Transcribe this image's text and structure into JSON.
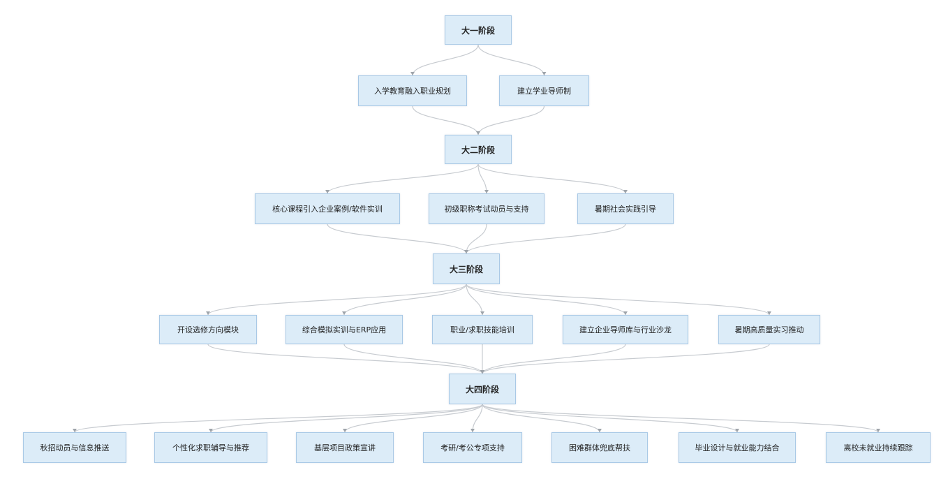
{
  "stages": [
    {
      "id": "s1",
      "label": "大一阶段",
      "children": [
        {
          "id": "n1_1",
          "label": "入学教育融入职业规划"
        },
        {
          "id": "n1_2",
          "label": "建立学业导师制"
        }
      ]
    },
    {
      "id": "s2",
      "label": "大二阶段",
      "children": [
        {
          "id": "n2_1",
          "label": "核心课程引入企业案例/软件实训"
        },
        {
          "id": "n2_2",
          "label": "初级职称考试动员与支持"
        },
        {
          "id": "n2_3",
          "label": "暑期社会实践引导"
        }
      ]
    },
    {
      "id": "s3",
      "label": "大三阶段",
      "children": [
        {
          "id": "n3_1",
          "label": "开设选修方向模块"
        },
        {
          "id": "n3_2",
          "label": "综合模拟实训与ERP应用"
        },
        {
          "id": "n3_3",
          "label": "职业/求职技能培训"
        },
        {
          "id": "n3_4",
          "label": "建立企业导师库与行业沙龙"
        },
        {
          "id": "n3_5",
          "label": "暑期高质量实习推动"
        }
      ]
    },
    {
      "id": "s4",
      "label": "大四阶段",
      "children": [
        {
          "id": "n4_1",
          "label": "秋招动员与信息推送"
        },
        {
          "id": "n4_2",
          "label": "个性化求职辅导与推荐"
        },
        {
          "id": "n4_3",
          "label": "基层项目政策宣讲"
        },
        {
          "id": "n4_4",
          "label": "考研/考公专项支持"
        },
        {
          "id": "n4_5",
          "label": "困难群体兜底帮扶"
        },
        {
          "id": "n4_6",
          "label": "毕业设计与就业能力结合"
        },
        {
          "id": "n4_7",
          "label": "离校未就业持续跟踪"
        }
      ]
    }
  ],
  "colors": {
    "node_fill": "#dcecf8",
    "node_border": "#a9c9e6",
    "edge": "#c7cbd0",
    "arrow": "#9ea4aa"
  }
}
